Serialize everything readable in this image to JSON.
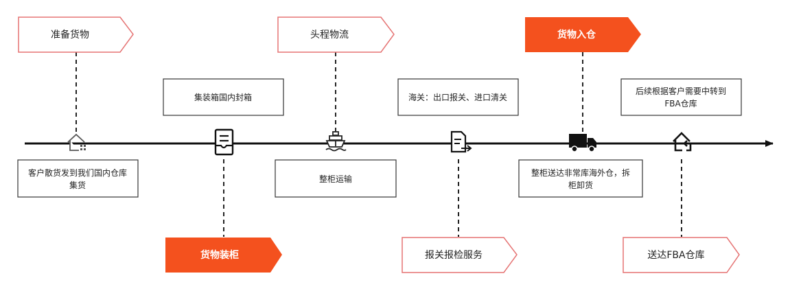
{
  "steps": [
    {
      "id": "prepare",
      "label": "准备货物",
      "style": "outline",
      "note": "客户散货发到我们国内仓库集货",
      "note_lines": [
        "客户散货发到我们国内仓库",
        "集货"
      ],
      "icon": "warehouse-icon"
    },
    {
      "id": "load",
      "label": "货物装柜",
      "style": "filled",
      "note": "集装箱国内封箱",
      "note_lines": [
        "集装箱国内封箱"
      ],
      "icon": "document-icon"
    },
    {
      "id": "shipping",
      "label": "头程物流",
      "style": "outline",
      "note": "整柜运输",
      "note_lines": [
        "整柜运输"
      ],
      "icon": "ship-icon"
    },
    {
      "id": "customs",
      "label": "报关报检服务",
      "style": "outline",
      "note": "海关：出口报关、进口清关",
      "note_lines": [
        "海关：出口报关、进口清关"
      ],
      "icon": "export-document-icon"
    },
    {
      "id": "warehouse",
      "label": "货物入仓",
      "style": "filled",
      "note": "整柜送达非常库海外仓，拆柜卸货",
      "note_lines": [
        "整柜送达非常库海外仓，拆",
        "柜卸货"
      ],
      "icon": "truck-icon"
    },
    {
      "id": "fba",
      "label": "送达FBA仓库",
      "style": "outline",
      "note": "后续根据客户需要中转到FBA仓库",
      "note_lines": [
        "后续根据客户需要中转到",
        "FBA仓库"
      ],
      "icon": "return-home-icon"
    }
  ],
  "colors": {
    "accent": "#f4511e",
    "outline": "#e57373",
    "line": "#111111",
    "box_border": "#333333"
  }
}
